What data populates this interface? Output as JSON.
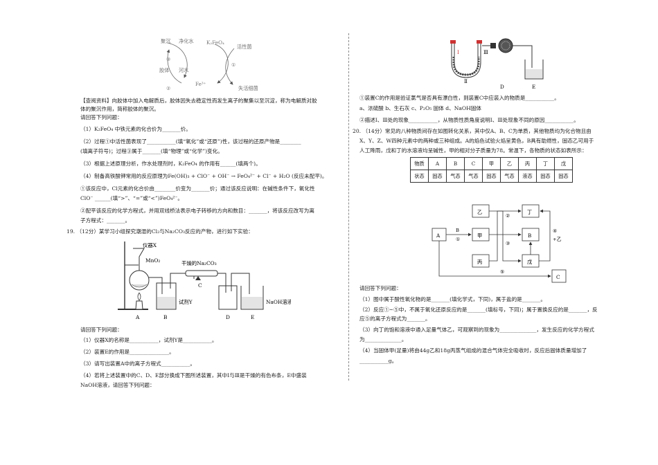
{
  "left": {
    "cycle": {
      "labels": [
        "聚沉",
        "净化水",
        "K₂FeO₄",
        "活性菌",
        "③",
        "胶体",
        "河水",
        "①",
        "②",
        "Fe³⁺",
        "失活细菌"
      ]
    },
    "lines": [
      "【查阅资料】向胶体中加入电解质后，胶体因失去稳定性而发生离子的聚集以至沉淀，称为电解质对胶",
      "体的聚沉作用，简称胶体的聚沉。",
      "请回答下列问题：",
      "（1）K₂FeO₄ 中铁元素的化合价为_______价。",
      "（2）过程①中活性菌表现了___________(填“氧化”或“还原”)性，该过程的还原产物是________",
      "(填离子符号)；过程③属于_______(填“物理”或“化学”)变化。",
      "（3）根据上述原理分析，作水处理剂时，K₂FeO₄ 的作用有______(填两个)。",
      "（4）制备高铁酸钾常用的反应原理为Fe(OH)₃ + ClO⁻ + OH⁻ → FeO₄²⁻ + Cl⁻ + H₂O (反应未配平)。",
      "①该反应中，Cl元素的化合价由________价变为_______价；通过该反应说明：在碱性条件下，氧化性",
      "ClO⁻ ______(填“>”、“=”或“<”)FeO₄²⁻。",
      "②配平该反应的化学方程式，并用双线桥法表示电子转移的方向和数目：_______，将该反应改写为离",
      "子方程式：_______。",
      "19.  （12分）某学习小组探究潮湿的Cl₂与Na₂CO₃反应的产物，进行如下实验："
    ],
    "apparatus": {
      "labels": [
        "仪器X",
        "MnO₂",
        "干燥的Na₂CO₃",
        "试剂Y",
        "NaOH溶液",
        "A",
        "B",
        "C",
        "D",
        "E"
      ]
    },
    "q19": [
      "请回答下列问题：",
      "（1）仪器X的名称是___________，试剂Y是___________。",
      "（2）装置E的作用是_______________。",
      "（3）请写出装置A中的离子方程式___________。",
      "（4）若将上述装置中的C、D、E部分换成下图所述装置，其中Ⅰ与Ⅲ是干燥的有色布条，E中盛装",
      "NaOH溶液，请回答下列问题："
    ]
  },
  "right": {
    "utube": {
      "labels": [
        "Ⅰ",
        "Ⅲ",
        "Ⅱ",
        "D",
        "E"
      ]
    },
    "lines": [
      "①装置C的作用是验证氯气是否具有漂白性，则装置C中应装入的物质是___________。",
      "a、浓硫酸   b、生石灰   c、P₂O₅ 固体   d、NaOH固体",
      "②描述Ⅰ、Ⅲ处的现象___________，从物质性质角度说明Ⅰ、Ⅲ处现象不同的原因___________。",
      "20.    （14分）常见的八种物质间存在如图转化关系，其中仅A、B、C为单质，其他物质均为化合物且由",
      "X、Y、Z、W四种元素中的两种或三种组成。A的焰色试验火焰呈黄色，B具有助燃性，固态乙可用于",
      "人工降雨，戊和丁的水溶液均呈碱性，甲的相对分子质量为78。常温下，各物质的状态如表所示："
    ],
    "state_table": {
      "header": [
        "物质",
        "A",
        "B",
        "C",
        "甲",
        "乙",
        "丙",
        "丁",
        "戊"
      ],
      "row": [
        "状态",
        "固态",
        "气态",
        "气态",
        "固态",
        "气态",
        "液态",
        "固态",
        "固态"
      ]
    },
    "flow": {
      "boxes": [
        "A",
        "B",
        "C",
        "甲",
        "乙",
        "丙",
        "丁",
        "B",
        "戊"
      ],
      "labels": [
        "B",
        "①",
        "②",
        "③",
        "④",
        "+乙",
        "⑤"
      ]
    },
    "q20": [
      "请回答下列问题：",
      "（1）图中属于酸性氧化物的是_______(填化学式，下同)，属于盐的是_______。",
      "（2）反应①~⑤中，不属于氧化还原反应的是_______(填标号，下同)；属于置换反应的是_______，反",
      "应⑤的离子方程式为_______。",
      "（3）向丁的饱和溶液中通入足量气体乙，可观察到的现象为______________，发生反应的化学方程式",
      "为______________。",
      "（4）当固体甲(足量)将由44g乙和18g丙蒸气组成的混合气体完全吸收时，反应后固体质量增加了",
      "___________g。"
    ]
  }
}
